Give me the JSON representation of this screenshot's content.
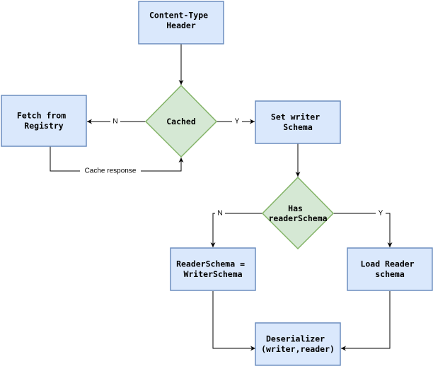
{
  "nodes": {
    "content_type_header": [
      "Content-Type",
      "Header"
    ],
    "cached": [
      "Cached"
    ],
    "fetch_from_registry": [
      "Fetch from",
      "Registry"
    ],
    "set_writer_schema": [
      "Set writer",
      "Schema"
    ],
    "has_reader_schema": [
      "Has",
      "readerSchema"
    ],
    "reader_equals_writer": [
      "ReaderSchema =",
      "WriterSchema"
    ],
    "load_reader_schema": [
      "Load Reader",
      "schema"
    ],
    "deserializer": [
      "Deserializer",
      "(writer,reader)"
    ]
  },
  "edges": {
    "cached_no": "N",
    "cached_yes": "Y",
    "cache_response": "Cache response",
    "has_reader_no": "N",
    "has_reader_yes": "Y"
  },
  "colors": {
    "process_fill": "#dae8fc",
    "process_stroke": "#6c8ebf",
    "decision_fill": "#d5e8d4",
    "decision_stroke": "#82b366"
  }
}
